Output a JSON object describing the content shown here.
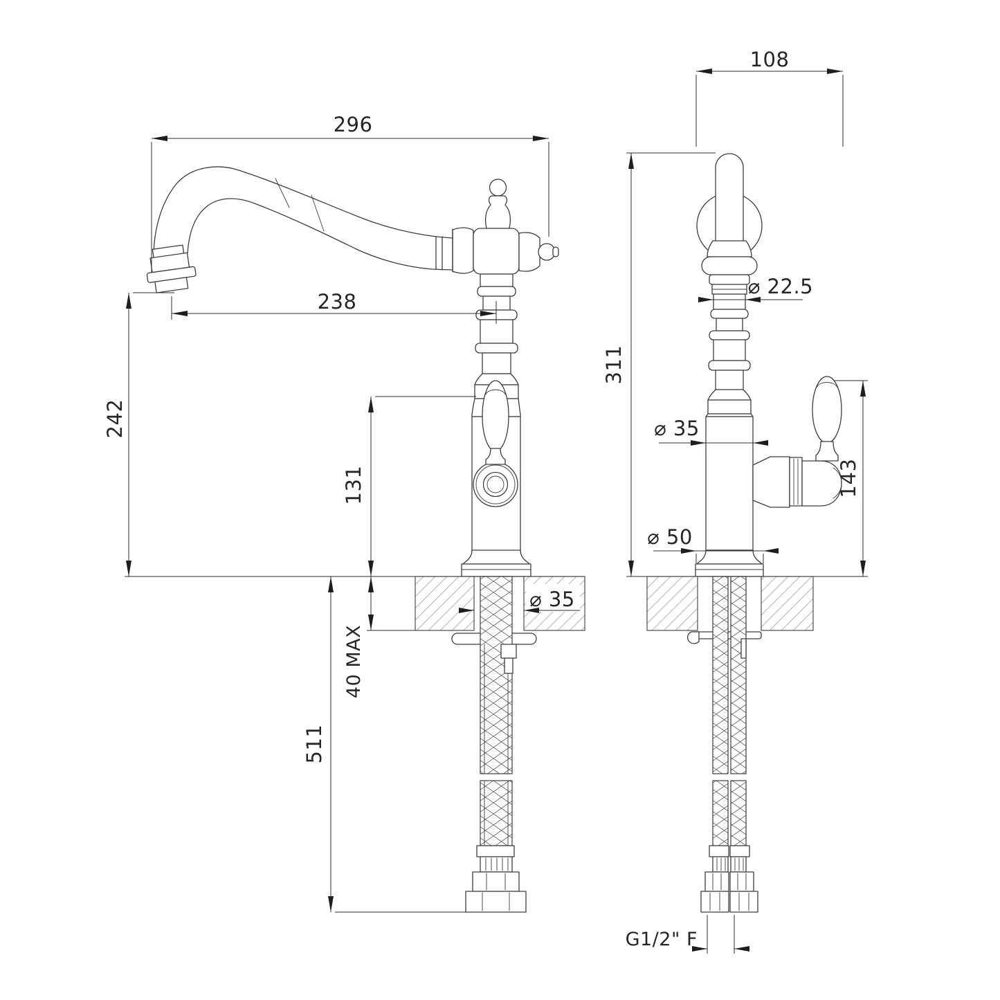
{
  "page": {
    "background": "#ffffff"
  },
  "drawing": {
    "line_color": "#3d3d3d",
    "dim_color": "#2d2d2d",
    "hatch_color": "#b5b5b5",
    "side_view": {
      "dim_overall_reach": "296",
      "dim_spout_reach": "238",
      "dim_spout_height": "242",
      "dim_body_height": "131",
      "dim_deck_thickness": "40 MAX",
      "dim_below_deck_length": "511",
      "dim_deck_hole_diameter": "⌀ 35"
    },
    "front_view": {
      "dim_top_offset": "108",
      "dim_column_diameter": "⌀ 22.5",
      "dim_overall_height": "311",
      "dim_body_diameter": "⌀ 35",
      "dim_base_diameter": "⌀ 50",
      "dim_handle_height": "143",
      "dim_inlet_thread": "G1/2\" F"
    }
  }
}
